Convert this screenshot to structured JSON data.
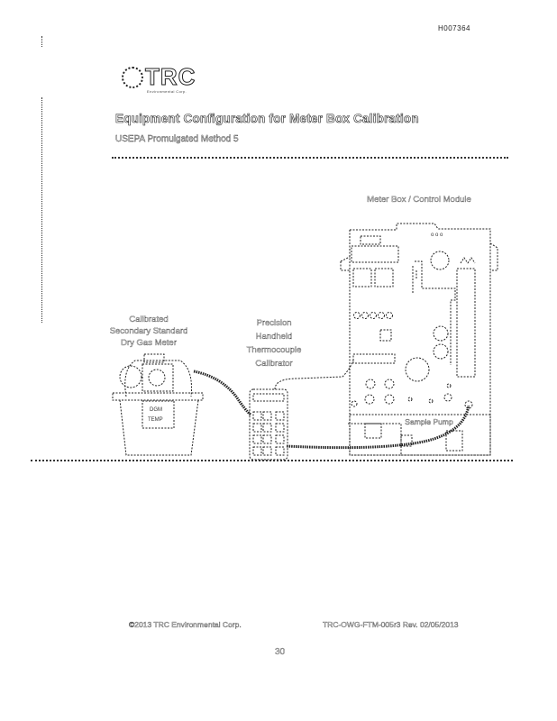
{
  "header": {
    "document_id": "H007364"
  },
  "logo": {
    "brand": "TRC",
    "tagline": "Environmental Corp."
  },
  "page": {
    "title": "Equipment Configuration for Meter Box Calibration",
    "subtitle": "USEPA Promulgated Method 5"
  },
  "diagram": {
    "labels": {
      "meter_box": "Meter Box / Control Module",
      "dry_gas_meter": [
        "Calibrated",
        "Secondary Standard",
        "Dry Gas Meter"
      ],
      "thermocouple": [
        "Precision",
        "Handheld",
        "Thermocouple",
        "Calibrator"
      ],
      "sample_pump": "Sample Pump"
    },
    "dgm_panel_text": [
      "DGM",
      "TEMP"
    ]
  },
  "footer": {
    "copyright": "©2013 TRC Environmental Corp.",
    "document_ref": "TRC-OWG-FTM-005r3 Rev. 02/05/2013",
    "page_number": "30"
  }
}
